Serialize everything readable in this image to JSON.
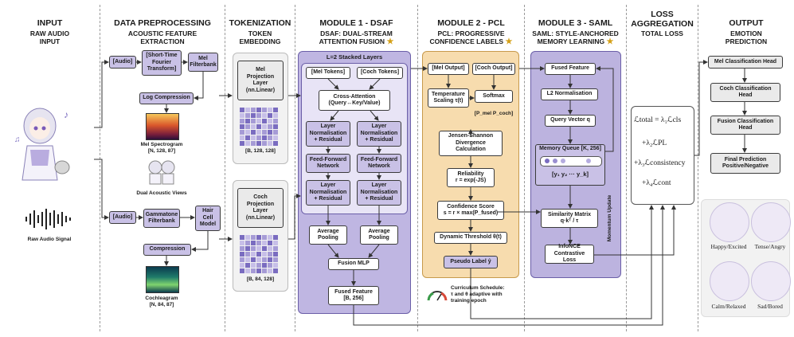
{
  "columns": {
    "input": {
      "title": "INPUT",
      "sub": "RAW AUDIO\nINPUT"
    },
    "prep": {
      "title": "DATA PREPROCESSING",
      "sub": "ACOUSTIC FEATURE\nEXTRACTION"
    },
    "tok": {
      "title": "TOKENIZATION",
      "sub": "TOKEN\nEMBEDDING"
    },
    "m1": {
      "title": "MODULE 1 - DSAF",
      "sub": "DSAF: DUAL-STREAM\nATTENTION FUSION"
    },
    "m2": {
      "title": "MODULE 2 - PCL",
      "sub": "PCL: PROGRESSIVE\nCONFIDENCE LABELS"
    },
    "m3": {
      "title": "MODULE 3 - SAML",
      "sub": "SAML: STYLE-ANCHORED\nMEMORY LEARNING"
    },
    "loss": {
      "title": "LOSS\nAGGREGATION",
      "sub": "TOTAL LOSS"
    },
    "out": {
      "title": "OUTPUT",
      "sub": "EMOTION\nPREDICTION"
    }
  },
  "input": {
    "signal_label": "Raw Audio Signal"
  },
  "prep": {
    "audio1": "[Audio]",
    "stft": "[Short-Time\nFourier\nTransform]",
    "mel_filter": "Mel\nFilterbank",
    "log_comp": "Log Compression",
    "mel_spec": "Mel Spectrogram\n[N, 128, 87]",
    "dual_views": "Dual Acoustic Views",
    "audio2": "[Audio]",
    "gamma": "Gammatone\nFilterbank",
    "hair": "Hair\nCell\nModel",
    "compression": "Compression",
    "coch": "Cochleagram\n[N, 84, 87]"
  },
  "tok": {
    "mel_proj": "Mel\nProjection\nLayer\n(nn.Linear)",
    "mel_shape": "[B, 128, 128]",
    "coch_proj": "Coch\nProjection\nLayer\n(nn.Linear)",
    "coch_shape": "[B, 84, 128]"
  },
  "m1": {
    "stacked": "L=2 Stacked Layers",
    "mel_tokens": "[Mel Tokens]",
    "coch_tokens": "[Coch Tokens]",
    "cross": "Cross-Attention\n(Query↔Key/Value)",
    "ln1a": "Layer\nNormalisation\n+ Residual",
    "ln1b": "Layer\nNormalisation\n+ Residual",
    "ffn_a": "Feed-Forward\nNetwork",
    "ffn_b": "Feed-Forward\nNetwork",
    "ln2a": "Layer\nNormalisation\n+ Residual",
    "ln2b": "Layer\nNormalisation\n+ Residual",
    "pool_a": "Average\nPooling",
    "pool_b": "Average\nPooling",
    "fusion": "Fusion MLP",
    "fused": "Fused Feature\n[B, 256]"
  },
  "m2": {
    "mel_out": "[Mel Output]",
    "coch_out": "[Coch Output]",
    "temp": "Temperature\nScaling τ(t)",
    "softmax": "Softmax",
    "p_label": "[P_mel  P_coch]",
    "js": "Jensen-Shannon\nDivergence\nCalculation",
    "rel": "Reliability\nr = exp(-JS)",
    "conf": "Confidence Score\ns = r × max(P_fused)",
    "thr": "Dynamic Threshold θ(t)",
    "pseudo": "Pseudo Label ŷ",
    "curr": "Curriculum Schedule:\nτ and θ adaptive with\ntraining epoch"
  },
  "m3": {
    "fused": "Fused Feature",
    "l2": "L2 Normalisation",
    "query": "Query Vector q",
    "mem": "Memory Queue [K, 256]",
    "mem_items": "[y₁   y₂   ···   y_k]",
    "sim": "Similarity Matrix\nq·kᵀ / τ",
    "info": "InfoNCE\nContrastive Loss",
    "momentum": "Momentum Update"
  },
  "loss": {
    "l1": "ℒtotal = λ₁ℒcls",
    "l2": "+λ₂ℒPL",
    "l3": "+λ₃ℒconsistency",
    "l4": "+λ₄ℒcont"
  },
  "out": {
    "mel_head": "Mel Classification Head",
    "coch_head": "Coch Classification\nHead",
    "fusion_head": "Fusion Classification\nHead",
    "final": "Final Prediction\nPositive/Negative",
    "emotions": [
      "Happy/Excited",
      "Tense/Angry",
      "Calm/Relaxed",
      "Sad/Bored"
    ]
  },
  "colors": {
    "module1": "#bfb6e2",
    "module2": "#f7dcae",
    "module3": "#bcb3df",
    "accent": "#7a6cc0"
  }
}
